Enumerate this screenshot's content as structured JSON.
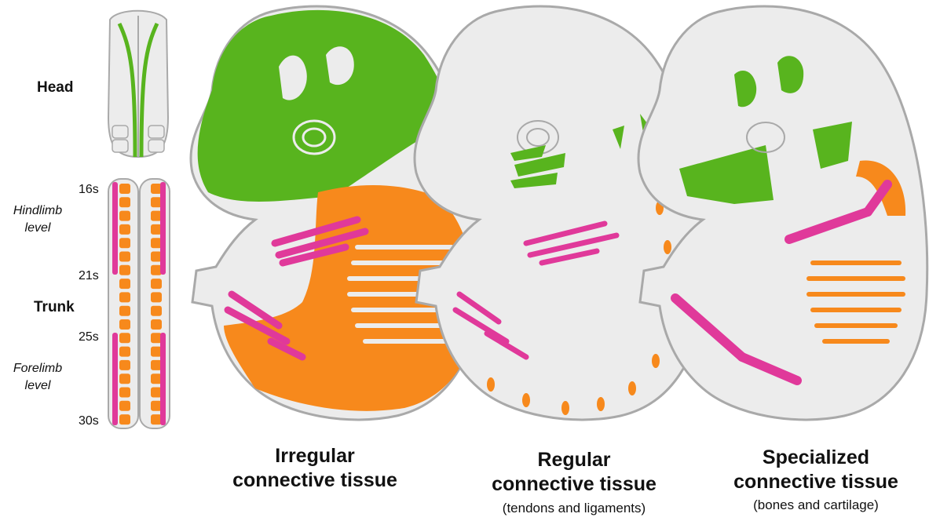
{
  "left_panel": {
    "head_label": "Head",
    "trunk_label": "Trunk",
    "hindlimb_label_1": "Hindlimb",
    "hindlimb_label_2": "level",
    "forelimb_label_1": "Forelimb",
    "forelimb_label_2": "level",
    "stages": [
      "16s",
      "21s",
      "25s",
      "30s"
    ]
  },
  "panels": [
    {
      "title_1": "Irregular",
      "title_2": "connective tissue",
      "subtitle": ""
    },
    {
      "title_1": "Regular",
      "title_2": "connective tissue",
      "subtitle": "(tendons and ligaments)"
    },
    {
      "title_1": "Specialized",
      "title_2": "connective tissue",
      "subtitle": "(bones and cartilage)"
    }
  ],
  "colors": {
    "green": "#58b41e",
    "orange": "#f7891c",
    "magenta": "#e0399a",
    "body_fill": "#ececec",
    "outline": "#a9a9a9"
  }
}
